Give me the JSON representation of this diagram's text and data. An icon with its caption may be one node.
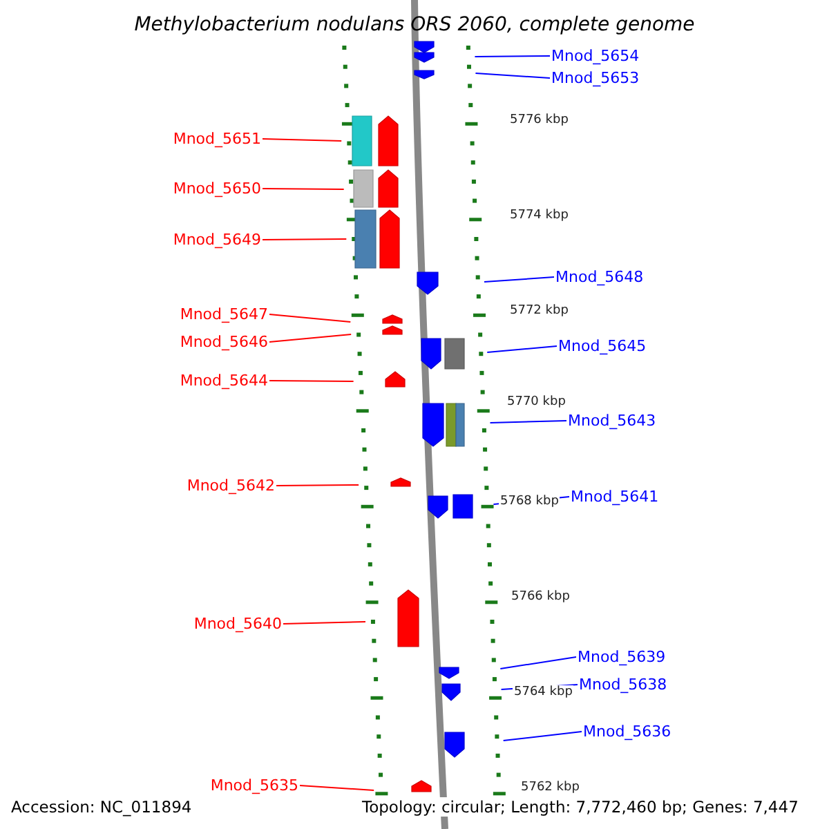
{
  "diagram": {
    "title": "Methylobacterium nodulans ORS 2060, complete genome",
    "nodes": [
      {
        "text": [
          "Mnod_5654"
        ]
      },
      {
        "text": [
          "Mnod_5653"
        ]
      },
      {
        "text": [
          "Mnod_5651"
        ]
      },
      {
        "text": [
          "Mnod_5650"
        ]
      },
      {
        "text": [
          "Mnod_5649"
        ]
      },
      {
        "text": [
          "Mnod_5648"
        ]
      },
      {
        "text": [
          "Mnod_5647"
        ]
      },
      {
        "text": [
          "Mnod_5646"
        ]
      },
      {
        "text": [
          "Mnod_5645"
        ]
      },
      {
        "text": [
          "Mnod_5644"
        ]
      },
      {
        "text": [
          "Mnod_5643"
        ]
      },
      {
        "text": [
          "Mnod_5642"
        ]
      },
      {
        "text": [
          "Mnod_5641"
        ]
      },
      {
        "text": [
          "Mnod_5640"
        ]
      },
      {
        "text": [
          "Mnod_5639"
        ]
      },
      {
        "text": [
          "Mnod_5638"
        ]
      },
      {
        "text": [
          "Mnod_5636"
        ]
      },
      {
        "text": [
          "Mnod_5635"
        ]
      },
      {
        "text": [],
        "shape": "bar"
      },
      {
        "text": [],
        "shape": "bar"
      }
    ],
    "edges": [
      {
        "from": 0,
        "to": 19,
        "arrow": "none",
        "color": "#0000ff"
      },
      {
        "from": 1,
        "to": 19,
        "arrow": "none",
        "color": "#0000ff"
      },
      {
        "from": 2,
        "to": 18,
        "arrow": "none",
        "color": "#ff0000"
      },
      {
        "from": 3,
        "to": 18,
        "arrow": "none",
        "color": "#ff0000"
      },
      {
        "from": 4,
        "to": 18,
        "arrow": "none",
        "color": "#ff0000"
      },
      {
        "from": 5,
        "to": 19,
        "arrow": "none",
        "color": "#0000ff"
      },
      {
        "from": 6,
        "to": 18,
        "arrow": "none",
        "color": "#ff0000"
      },
      {
        "from": 7,
        "to": 18,
        "arrow": "none",
        "color": "#ff0000"
      },
      {
        "from": 8,
        "to": 19,
        "arrow": "none",
        "color": "#0000ff"
      },
      {
        "from": 9,
        "to": 18,
        "arrow": "none",
        "color": "#ff0000"
      },
      {
        "from": 10,
        "to": 19,
        "arrow": "none",
        "color": "#0000ff"
      },
      {
        "from": 11,
        "to": 18,
        "arrow": "none",
        "color": "#ff0000"
      },
      {
        "from": 12,
        "to": 19,
        "arrow": "none",
        "color": "#0000ff"
      },
      {
        "from": 13,
        "to": 18,
        "arrow": "none",
        "color": "#ff0000"
      },
      {
        "from": 14,
        "to": 19,
        "arrow": "none",
        "color": "#0000ff"
      },
      {
        "from": 15,
        "to": 19,
        "arrow": "none",
        "color": "#0000ff"
      },
      {
        "from": 16,
        "to": 19,
        "arrow": "none",
        "color": "#0000ff"
      },
      {
        "from": 17,
        "to": 18,
        "arrow": "none",
        "color": "#ff0000"
      }
    ],
    "labels": [
      "5776 kbp",
      "5774 kbp",
      "5772 kbp",
      "5770 kbp",
      "5768 kbp",
      "5766 kbp",
      "5764 kbp",
      "5762 kbp",
      "Accession: NC_011894",
      "Topology: circular; Length: 7,772,460 bp; Genes: 7,447"
    ]
  }
}
